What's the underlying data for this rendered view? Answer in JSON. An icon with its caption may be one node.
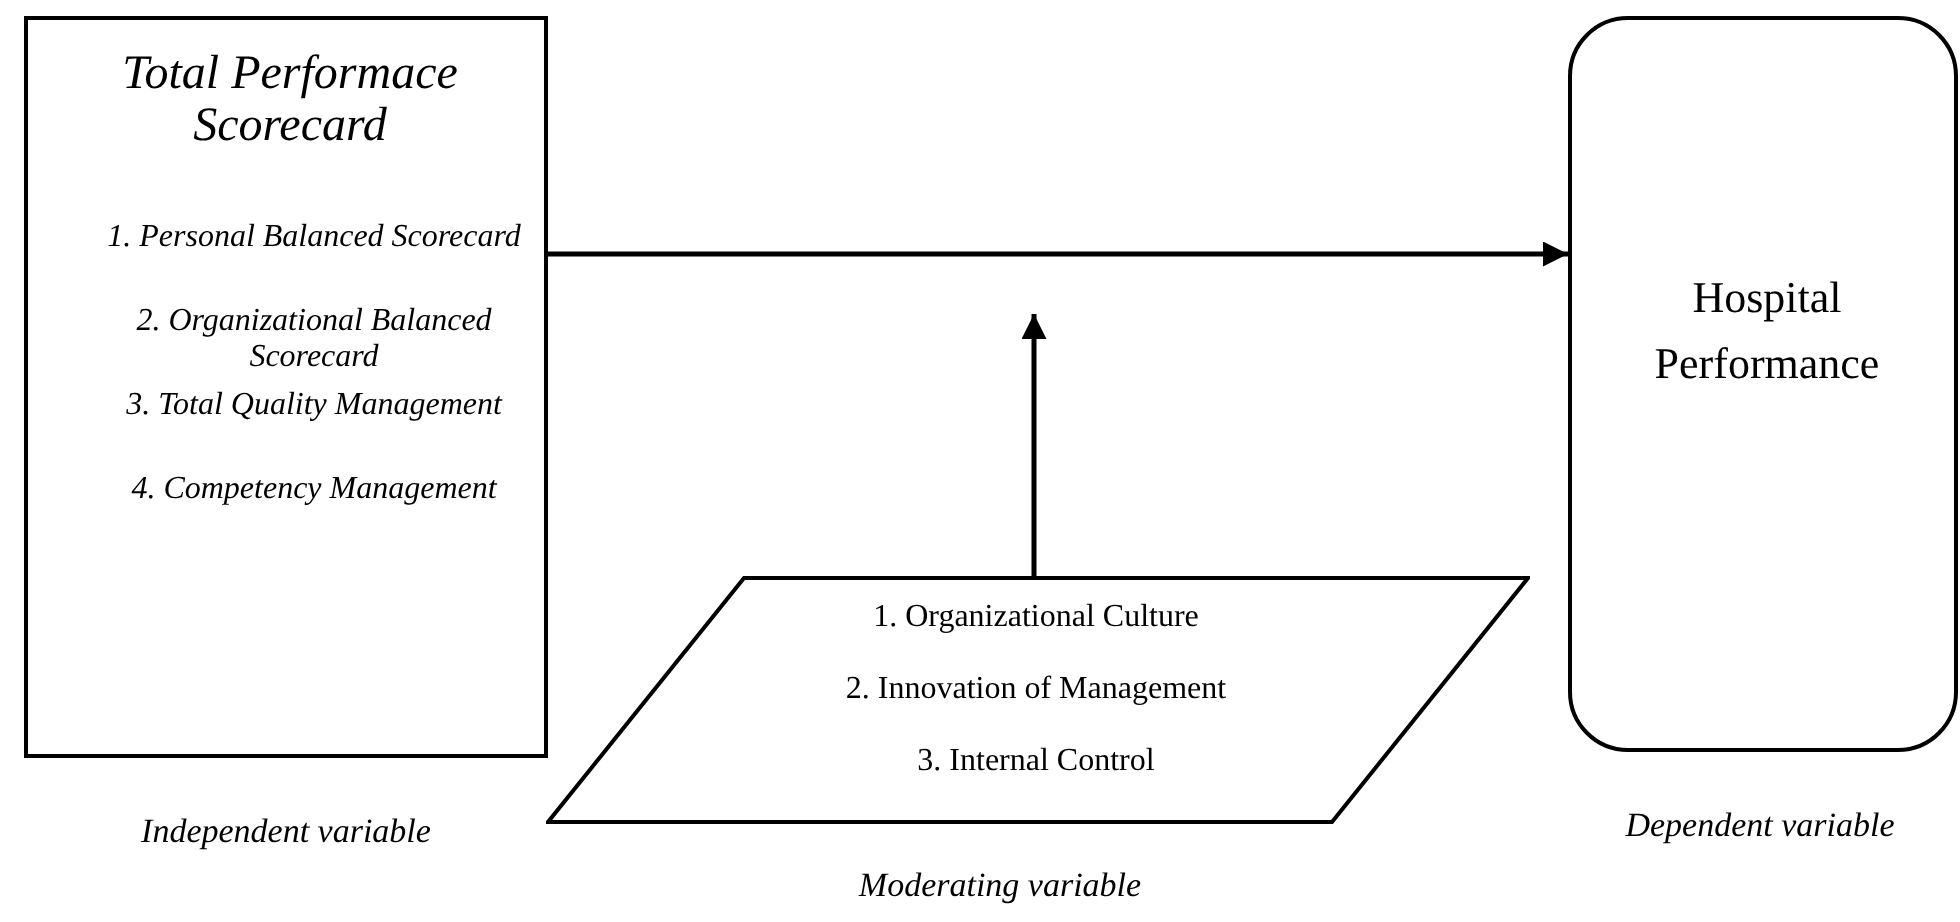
{
  "diagram": {
    "nodes": [
      {
        "text": [
          "Total Performace Scorecard",
          "1. Personal Balanced Scorecard",
          "2. Organizational Balanced Scorecard",
          "3. Total Quality Management",
          "4. Competency Management"
        ],
        "beside": [
          "Independent variable"
        ]
      },
      {
        "text": [
          "Hospital Performance"
        ],
        "beside": [
          "Dependent variable"
        ]
      },
      {
        "text": [
          "1. Organizational Culture",
          "2. Innovation of Management",
          "3. Internal Control"
        ],
        "beside": [
          "Moderating variable"
        ]
      }
    ],
    "edges": [
      {
        "from": 0,
        "to": 1,
        "arrow": "to"
      },
      {
        "from": 2,
        "to": null,
        "arrow": "to"
      }
    ]
  }
}
